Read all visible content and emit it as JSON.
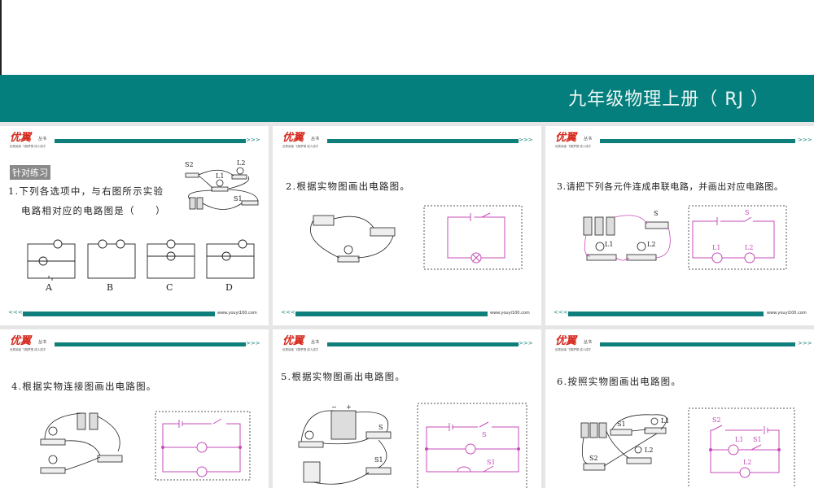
{
  "header": {
    "title": "九年级物理上册（ RJ ）",
    "banner_color": "#047f7d"
  },
  "brand": {
    "logo_text": "优翼",
    "series": "丛书",
    "tagline": "优秀阅读 飞翔梦想 成人成才",
    "website": "www.youyi100.com",
    "accent": "#0f7f7b",
    "logo_color": "#d5281c"
  },
  "slides": [
    {
      "badge": "针对练习",
      "question_line1": "1.下列各选项中，与右图所示实验",
      "question_line2": "电路相对应的电路图是（　　）",
      "options": [
        "A",
        "B",
        "C",
        "D"
      ],
      "photo_labels": [
        "S2",
        "L2",
        "L1",
        "S1"
      ]
    },
    {
      "question": "2.根据实物图画出电路图。"
    },
    {
      "question": "3.请把下列各元件连成串联电路，并画出对应电路图。",
      "labels": [
        "S",
        "L1",
        "L2"
      ]
    },
    {
      "question": "4.根据实物连接图画出电路图。"
    },
    {
      "question": "5.根据实物图画出电路图。",
      "labels": [
        "S",
        "S1",
        "−",
        "+"
      ]
    },
    {
      "question": "6.按照实物图画出电路图。",
      "labels": [
        "S1",
        "S2",
        "L1",
        "L2"
      ]
    }
  ],
  "circuit_color": "#c64bb8"
}
